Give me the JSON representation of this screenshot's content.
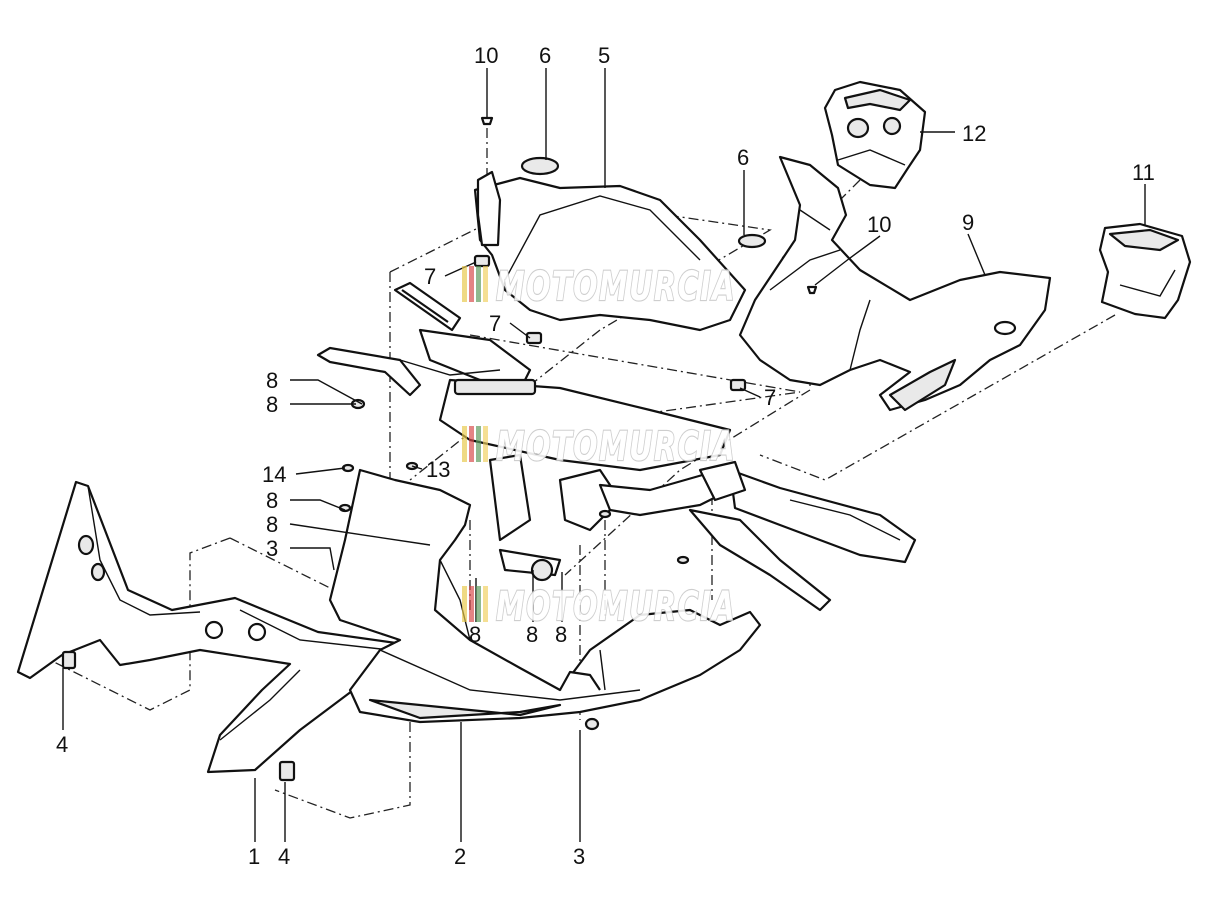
{
  "diagram": {
    "callouts": [
      {
        "id": "c10a",
        "text": "10"
      },
      {
        "id": "c6a",
        "text": "6"
      },
      {
        "id": "c5",
        "text": "5"
      },
      {
        "id": "c12",
        "text": "12"
      },
      {
        "id": "c6b",
        "text": "6"
      },
      {
        "id": "c11",
        "text": "11"
      },
      {
        "id": "c10b",
        "text": "10"
      },
      {
        "id": "c9",
        "text": "9"
      },
      {
        "id": "c7a",
        "text": "7"
      },
      {
        "id": "c7b",
        "text": "7"
      },
      {
        "id": "c7c",
        "text": "7"
      },
      {
        "id": "c8a",
        "text": "8"
      },
      {
        "id": "c8b",
        "text": "8"
      },
      {
        "id": "c14",
        "text": "14"
      },
      {
        "id": "c13",
        "text": "13"
      },
      {
        "id": "c8c",
        "text": "8"
      },
      {
        "id": "c8d",
        "text": "8"
      },
      {
        "id": "c3a",
        "text": "3"
      },
      {
        "id": "c8e",
        "text": "8"
      },
      {
        "id": "c8f",
        "text": "8"
      },
      {
        "id": "c8g",
        "text": "8"
      },
      {
        "id": "c4a",
        "text": "4"
      },
      {
        "id": "c1",
        "text": "1"
      },
      {
        "id": "c4b",
        "text": "4"
      },
      {
        "id": "c2",
        "text": "2"
      },
      {
        "id": "c3b",
        "text": "3"
      }
    ],
    "watermark": {
      "text": "MOTOMURCIA",
      "stripe_colors": [
        "#e8c84a",
        "#d84a4a",
        "#5a9a5a",
        "#f0d060"
      ]
    }
  }
}
